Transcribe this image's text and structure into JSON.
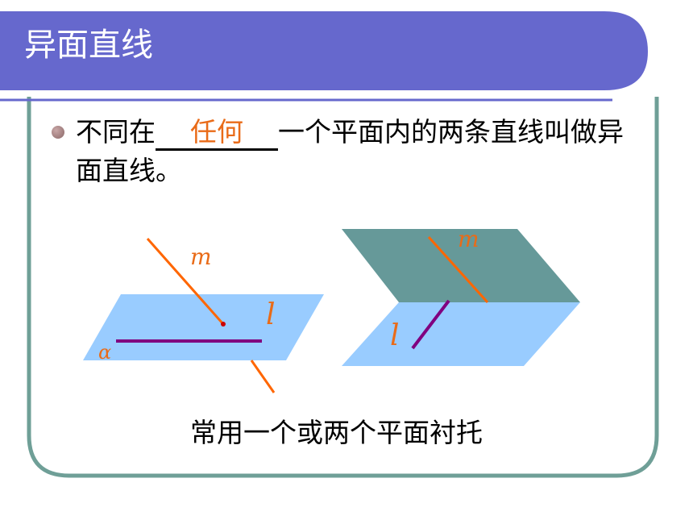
{
  "title": "异面直线",
  "bullet": {
    "before": "不同在",
    "blank_answer": "任何",
    "after": "一个平面内的两条直线叫做异面直线。"
  },
  "figure_left": {
    "line_m_label": "m",
    "line_l_label": "l",
    "plane_label": "α"
  },
  "figure_right": {
    "line_m_label": "m",
    "line_l_label": "l"
  },
  "caption": "常用一个或两个平面衬托",
  "colors": {
    "header_bar": "#6668cd",
    "frame": "#6f9f97",
    "plane_blue": "#99ccff",
    "plane_green": "#669999",
    "line_orange": "#ff6600",
    "line_purple": "#800080",
    "label_orange": "#e96b18"
  }
}
